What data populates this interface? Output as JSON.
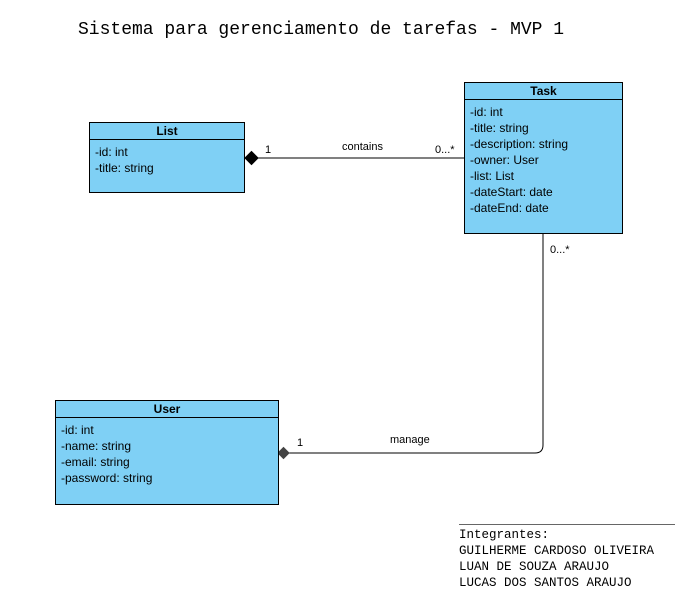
{
  "diagram": {
    "title": "Sistema para gerenciamento de tarefas - MVP 1",
    "classes": [
      {
        "name": "List",
        "attributes": [
          "-id: int",
          "-title: string"
        ]
      },
      {
        "name": "Task",
        "attributes": [
          "-id: int",
          "-title: string",
          "-description: string",
          "-owner: User",
          "-list: List",
          "-dateStart: date",
          "-dateEnd: date"
        ]
      },
      {
        "name": "User",
        "attributes": [
          "-id: int",
          "-name: string",
          "-email: string",
          "-password: string"
        ]
      }
    ],
    "associations": [
      {
        "label": "contains",
        "source_multiplicity": "1",
        "target_multiplicity": "0...*"
      },
      {
        "label": "manage",
        "source_multiplicity": "1",
        "target_multiplicity": "0...*"
      }
    ],
    "members": {
      "heading": "Integrantes:",
      "names": [
        "GUILHERME CARDOSO OLIVEIRA",
        "LUAN DE SOUZA ARAUJO",
        "LUCAS DOS SANTOS ARAUJO"
      ]
    }
  }
}
